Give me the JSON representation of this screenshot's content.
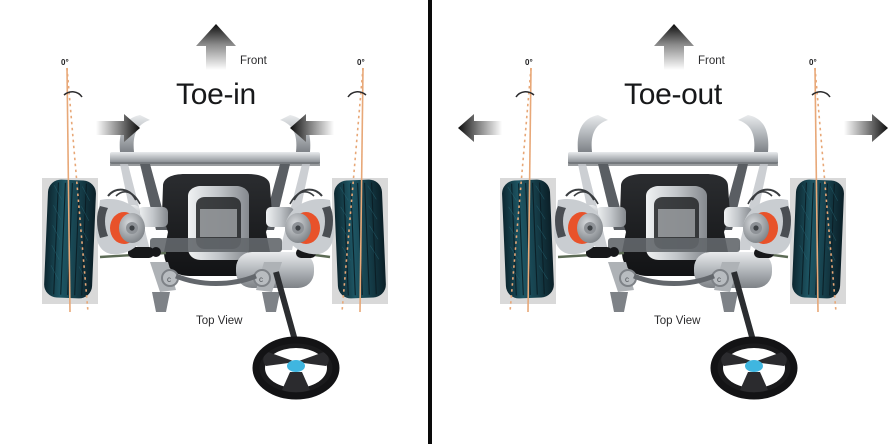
{
  "figure": {
    "kind": "wheel-alignment-toe-diagram",
    "panel_count": 2,
    "divider_color": "#0a0a0a",
    "background": "#ffffff"
  },
  "panels": [
    {
      "id": "toe-in",
      "title": "Toe-in",
      "front_label": "Front",
      "top_view_label": "Top View",
      "left_angle_label": "0°",
      "right_angle_label": "0°",
      "arrow_left_direction": "right",
      "arrow_right_direction": "left",
      "arrow_meaning": "wheel fronts point inward toward vehicle centerline",
      "front_arrow_direction": "up"
    },
    {
      "id": "toe-out",
      "title": "Toe-out",
      "front_label": "Front",
      "top_view_label": "Top View",
      "left_angle_label": "0°",
      "right_angle_label": "0°",
      "arrow_left_direction": "left",
      "arrow_right_direction": "right",
      "arrow_meaning": "wheel fronts point outward away from vehicle centerline",
      "front_arrow_direction": "up"
    }
  ],
  "colors": {
    "reference_line": "#e8a878",
    "dotted_line": "#e8a878",
    "tire_dark": "#12343d",
    "tire_mid": "#1d5160",
    "pad_gray": "#d9d9d9",
    "steel_light": "#d6d8da",
    "steel_mid": "#9a9da1",
    "steel_dark": "#4d5156",
    "body_black": "#1c1d1f",
    "brake_orange": "#e8522a",
    "hub_blue": "#3fb6e0",
    "arrow_dark": "#111111",
    "text": "#17181a"
  },
  "legend": {
    "reference_line_meaning": "0° vertical reference (straight-ahead)",
    "dotted_line_meaning": "actual wheel centerline showing toe angle",
    "arc_meaning": "toe angle between reference and wheel centerline"
  }
}
